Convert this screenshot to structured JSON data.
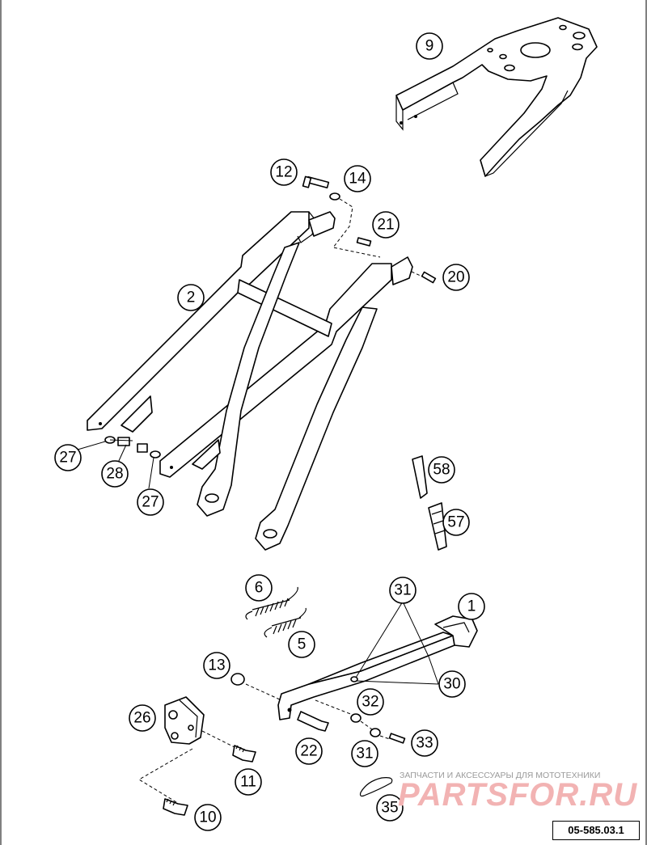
{
  "diagram": {
    "reference_code": "05-585.03.1",
    "watermark": {
      "tagline": "ЗАПЧАСТИ И АКСЕССУАРЫ ДЛЯ МОТОТЕХНИКИ",
      "logo": "PARTSFOR.RU"
    },
    "callouts": [
      "9",
      "12",
      "14",
      "21",
      "20",
      "2",
      "27",
      "28",
      "27",
      "58",
      "57",
      "6",
      "31",
      "1",
      "5",
      "13",
      "30",
      "32",
      "26",
      "22",
      "31",
      "33",
      "11",
      "35",
      "10"
    ],
    "parts": [
      "seat-subframe-carrier",
      "bolt",
      "washer",
      "bolt",
      "bolt",
      "rear-subframe",
      "washer",
      "bolt",
      "washer",
      "strip",
      "decal",
      "spring",
      "side-stand",
      "spring",
      "nut",
      "bolt",
      "bushing",
      "stand-bracket",
      "bolt",
      "bushing",
      "bolt",
      "bolt",
      "spring-clip",
      "bolt"
    ],
    "colors": {
      "line": "#000000",
      "watermark_logo": "#f2b3b3",
      "watermark_text": "#9a9a9a"
    }
  }
}
